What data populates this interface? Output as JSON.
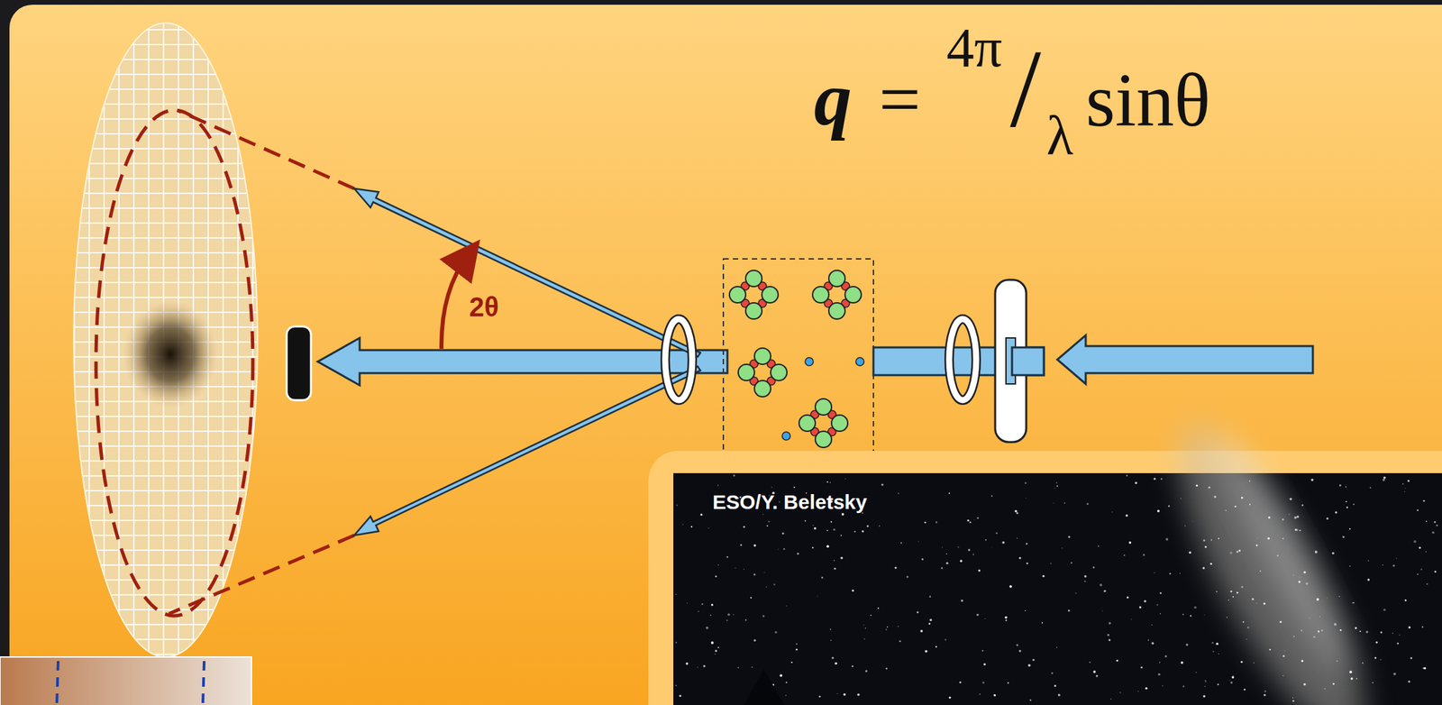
{
  "diagram": {
    "labels": [
      "q",
      "=",
      "4π",
      "/",
      "λ",
      "sinθ",
      "2θ",
      "ESO/Y. Beletsky"
    ]
  }
}
